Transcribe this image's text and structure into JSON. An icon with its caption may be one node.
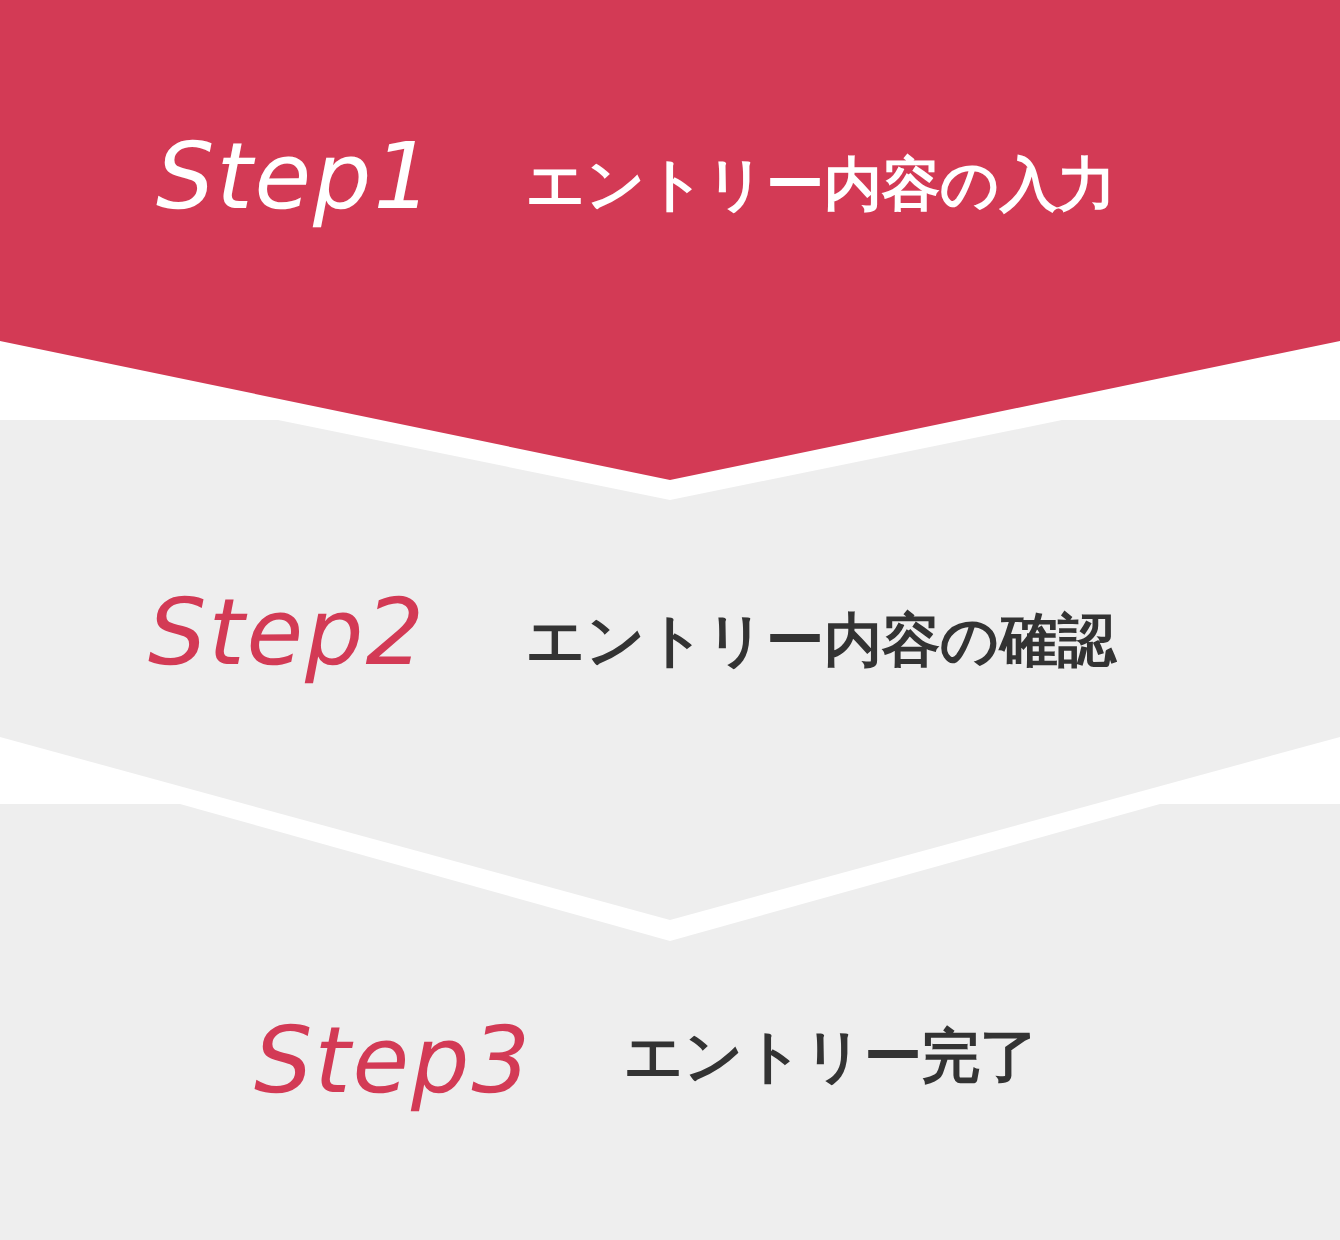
{
  "diagram": {
    "nodes": [
      {
        "text": [
          "Step1",
          "エントリー内容の入力"
        ]
      },
      {
        "text": [
          "Step2",
          "エントリー内容の確認"
        ]
      },
      {
        "text": [
          "Step3",
          "エントリー完了"
        ]
      }
    ]
  }
}
